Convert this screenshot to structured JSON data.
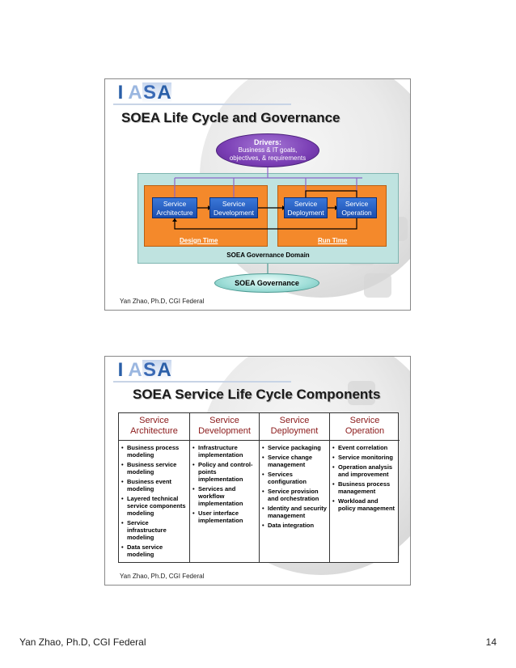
{
  "slide1": {
    "logo": [
      "I",
      "A",
      "S",
      "A"
    ],
    "title": "SOEA Life Cycle and Governance",
    "drivers": {
      "title": "Drivers:",
      "line1": "Business & IT goals,",
      "line2": "objectives, & requirements"
    },
    "services": [
      {
        "line1": "Service",
        "line2": "Architecture"
      },
      {
        "line1": "Service",
        "line2": "Development"
      },
      {
        "line1": "Service",
        "line2": "Deployment"
      },
      {
        "line1": "Service",
        "line2": "Operation"
      }
    ],
    "phases": [
      "Design Time",
      "Run Time"
    ],
    "domain_label": "SOEA Governance Domain",
    "governance": "SOEA Governance",
    "credit": "Yan Zhao, Ph.D, CGI Federal",
    "colors": {
      "drivers": "#7b3fb5",
      "domain": "#bfe3e0",
      "phase_box": "#f4892b",
      "service_box": "#1c4fb0",
      "governance": "#9fded8"
    }
  },
  "slide2": {
    "logo": [
      "I",
      "A",
      "S",
      "A"
    ],
    "title": "SOEA Service Life Cycle Components",
    "columns": [
      {
        "h1": "Service",
        "h2": "Architecture",
        "items": [
          "Business process modeling",
          "Business service modeling",
          "Business event modeling",
          "Layered technical service components modeling",
          "Service infrastructure modeling",
          "Data service modeling"
        ]
      },
      {
        "h1": "Service",
        "h2": "Development",
        "items": [
          "Infrastructure implementation",
          "Policy and control-points implementation",
          "Services and workflow implementation",
          "User interface implementation"
        ]
      },
      {
        "h1": "Service",
        "h2": "Deployment",
        "items": [
          "Service packaging",
          "Service change management",
          "Services configuration",
          "Service provision and orchestration",
          "Identity and security management",
          "Data integration"
        ]
      },
      {
        "h1": "Service",
        "h2": "Operation",
        "items": [
          "Event correlation",
          "Service monitoring",
          "Operation analysis and improvement",
          "Business process management",
          "Workload and policy management"
        ]
      }
    ],
    "credit": "Yan Zhao, Ph.D, CGI Federal",
    "colors": {
      "header_text": "#8b1a1a"
    }
  },
  "page": {
    "footer": "Yan Zhao, Ph.D, CGI Federal",
    "number": "14"
  }
}
